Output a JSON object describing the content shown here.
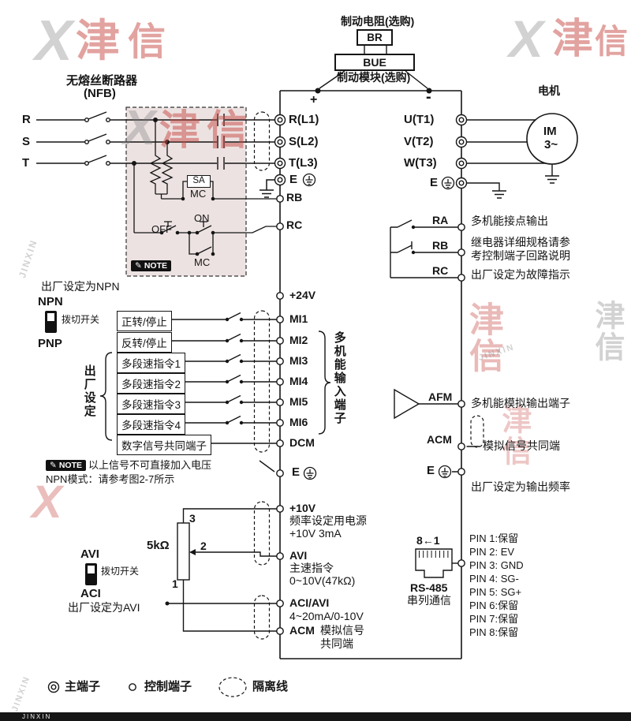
{
  "watermark": {
    "x": "X",
    "jin": "津",
    "xin": "信",
    "cn": "津信",
    "en": "JINXIN"
  },
  "brake": {
    "resistor_label": "制动电阻(选购)",
    "br": "BR",
    "bue": "BUE",
    "module_label": "制动模块(选购)",
    "plus": "+",
    "minus": "-"
  },
  "nfb": {
    "title1": "无熔丝断路器",
    "title2": "(NFB)",
    "r": "R",
    "s": "S",
    "t": "T",
    "sa": "SA",
    "mc1": "MC",
    "off": "OFF",
    "on": "ON",
    "mc2": "MC",
    "note_icon": "✎",
    "note": "NOTE"
  },
  "left_terminals": {
    "r": "R(L1)",
    "s": "S(L2)",
    "t": "T(L3)",
    "e": "E",
    "rb": "RB",
    "rc": "RC"
  },
  "inputs": {
    "default_label": "出厂设定为NPN",
    "npn": "NPN",
    "pnp": "PNP",
    "switch_label": "拨切开关",
    "factory_label": "出厂设定",
    "plus24": "+24V",
    "rows": [
      {
        "label": "正转/停止",
        "terminal": "MI1"
      },
      {
        "label": "反转/停止",
        "terminal": "MI2"
      },
      {
        "label": "多段速指令1",
        "terminal": "MI3"
      },
      {
        "label": "多段速指令2",
        "terminal": "MI4"
      },
      {
        "label": "多段速指令3",
        "terminal": "MI5"
      },
      {
        "label": "多段速指令4",
        "terminal": "MI6"
      },
      {
        "label": "数字信号共同端子",
        "terminal": "DCM"
      }
    ],
    "group_label": "多机能输入端子",
    "note_icon": "✎",
    "note": "NOTE",
    "note_text1": "以上信号不可直接加入电压",
    "note_text2": "NPN模式：请参考图2-7所示",
    "e": "E"
  },
  "analog": {
    "pot_value": "5kΩ",
    "pin3": "3",
    "pin2": "2",
    "pin1": "1",
    "v10": "+10V",
    "v10_desc1": "频率设定用电源",
    "v10_desc2": "+10V 3mA",
    "avi": "AVI",
    "avi_desc1": "主速指令",
    "avi_desc2": "0~10V(47kΩ)",
    "aci": "ACI/AVI",
    "aci_desc": "4~20mA/0-10V",
    "acm": "ACM",
    "acm_desc1": "模拟信号",
    "acm_desc2": "共同端",
    "sw_avi": "AVI",
    "sw_aci": "ACI",
    "sw_label": "拨切开关",
    "sw_default": "出厂设定为AVI",
    "e": "E"
  },
  "output": {
    "motor_label": "电机",
    "u": "U(T1)",
    "v": "V(T2)",
    "w": "W(T3)",
    "e": "E",
    "motor1": "IM",
    "motor2": "3~"
  },
  "relay": {
    "ra": "RA",
    "rb": "RB",
    "rc": "RC",
    "ra_desc": "多机能接点输出",
    "rb_desc1": "继电器详细规格请参",
    "rb_desc2": "考控制端子回路说明",
    "rc_desc": "出厂设定为故障指示"
  },
  "afm": {
    "afm": "AFM",
    "acm": "ACM",
    "e": "E",
    "afm_desc": "多机能模拟输出端子",
    "acm_desc": "模拟信号共同端",
    "e_desc": "出厂设定为输出频率"
  },
  "rs485": {
    "pins_dir": "8←1",
    "name": "RS-485",
    "desc": "串列通信",
    "pins": [
      "PIN 1:保留",
      "PIN 2: EV",
      "PIN 3: GND",
      "PIN 4: SG-",
      "PIN 5: SG+",
      "PIN 6:保留",
      "PIN 7:保留",
      "PIN 8:保留"
    ]
  },
  "legend": {
    "main": "主端子",
    "control": "控制端子",
    "isolation": "隔离线"
  }
}
